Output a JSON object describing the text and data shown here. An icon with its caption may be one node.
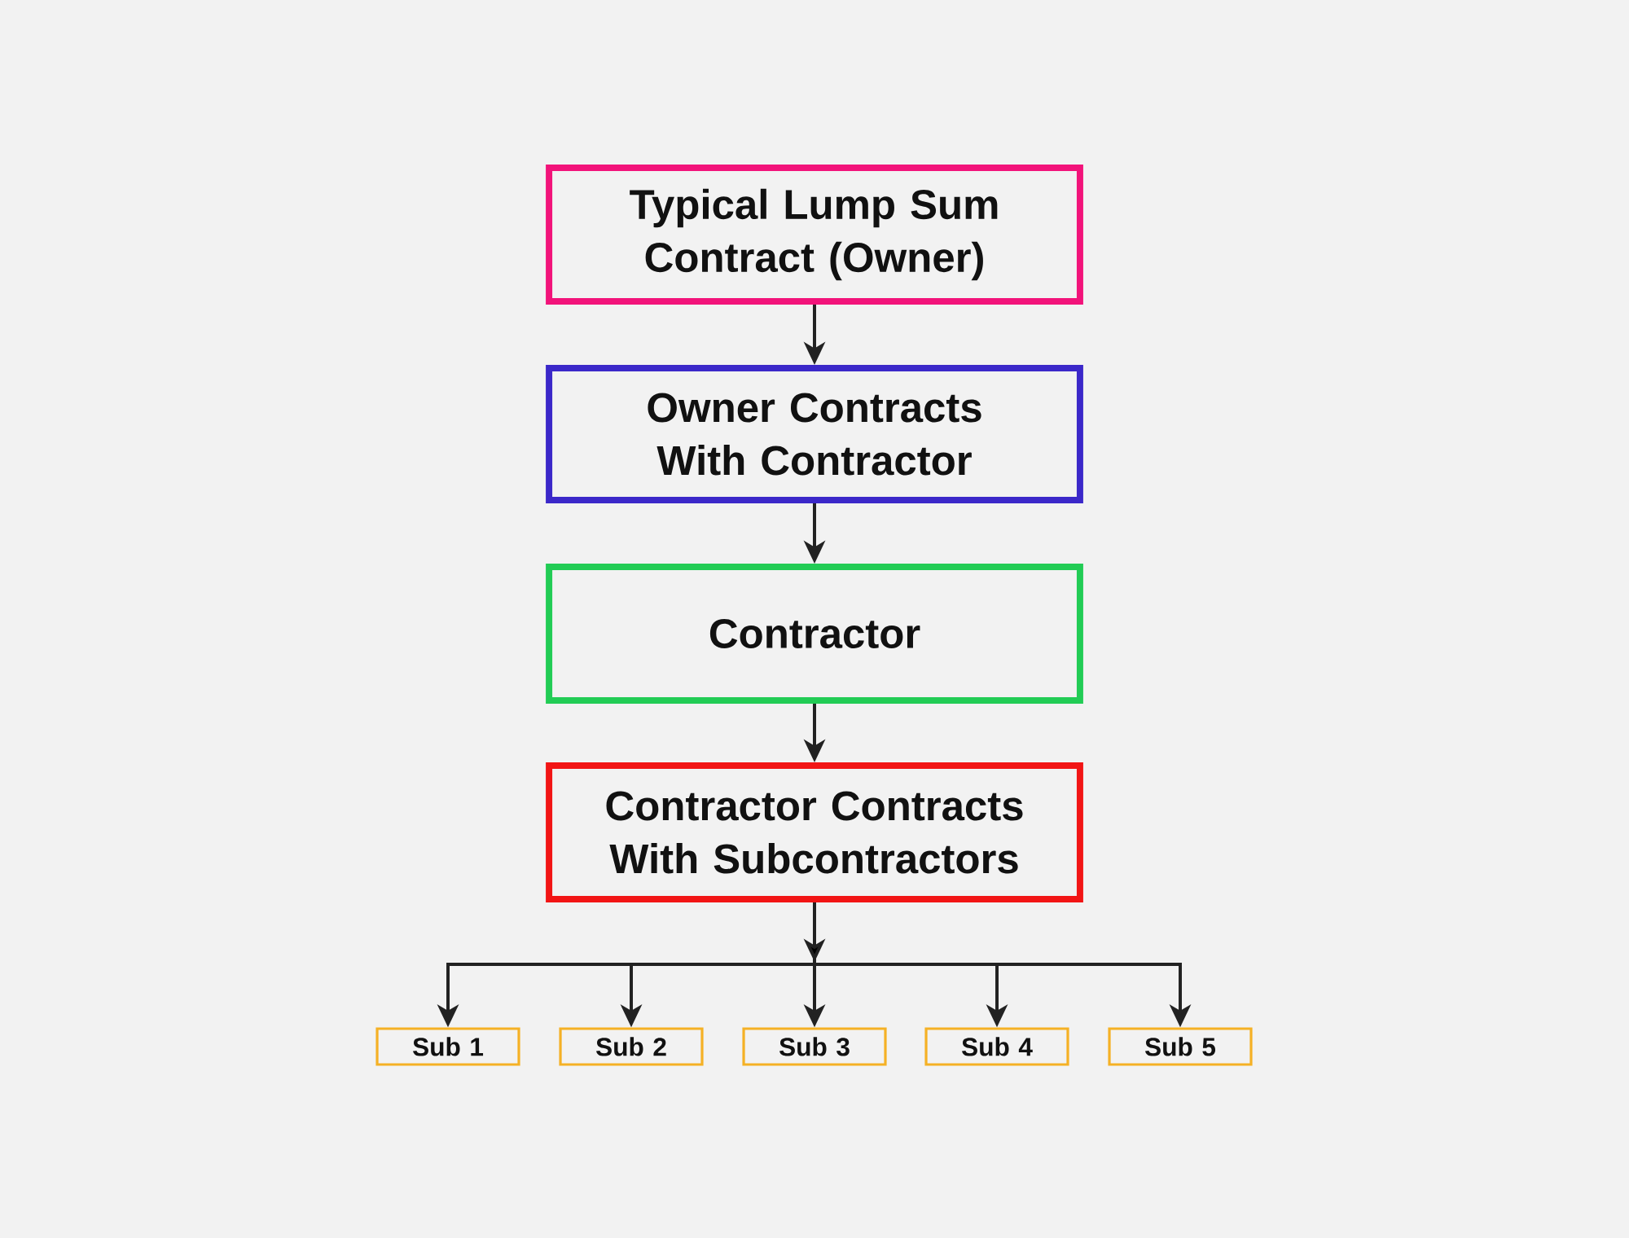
{
  "diagram": {
    "nodes": [
      {
        "text": [
          "Typical Lump Sum Contract (Owner)"
        ]
      },
      {
        "text": [
          "Owner Contracts With Contractor"
        ]
      },
      {
        "text": [
          "Contractor"
        ]
      },
      {
        "text": [
          "Contractor Contracts With Subcontractors"
        ]
      },
      {
        "text": [
          "Sub 1"
        ]
      },
      {
        "text": [
          "Sub 2"
        ]
      },
      {
        "text": [
          "Sub 3"
        ]
      },
      {
        "text": [
          "Sub 4"
        ]
      },
      {
        "text": [
          "Sub 5"
        ]
      }
    ],
    "edges": [
      {
        "from": 0,
        "to": 1,
        "arrow": "to"
      },
      {
        "from": 1,
        "to": 2,
        "arrow": "to"
      },
      {
        "from": 2,
        "to": 3,
        "arrow": "to"
      },
      {
        "from": 3,
        "to": 4,
        "arrow": "to"
      },
      {
        "from": 3,
        "to": 5,
        "arrow": "to"
      },
      {
        "from": 3,
        "to": 6,
        "arrow": "to"
      },
      {
        "from": 3,
        "to": 7,
        "arrow": "to"
      },
      {
        "from": 3,
        "to": 8,
        "arrow": "to"
      }
    ]
  }
}
